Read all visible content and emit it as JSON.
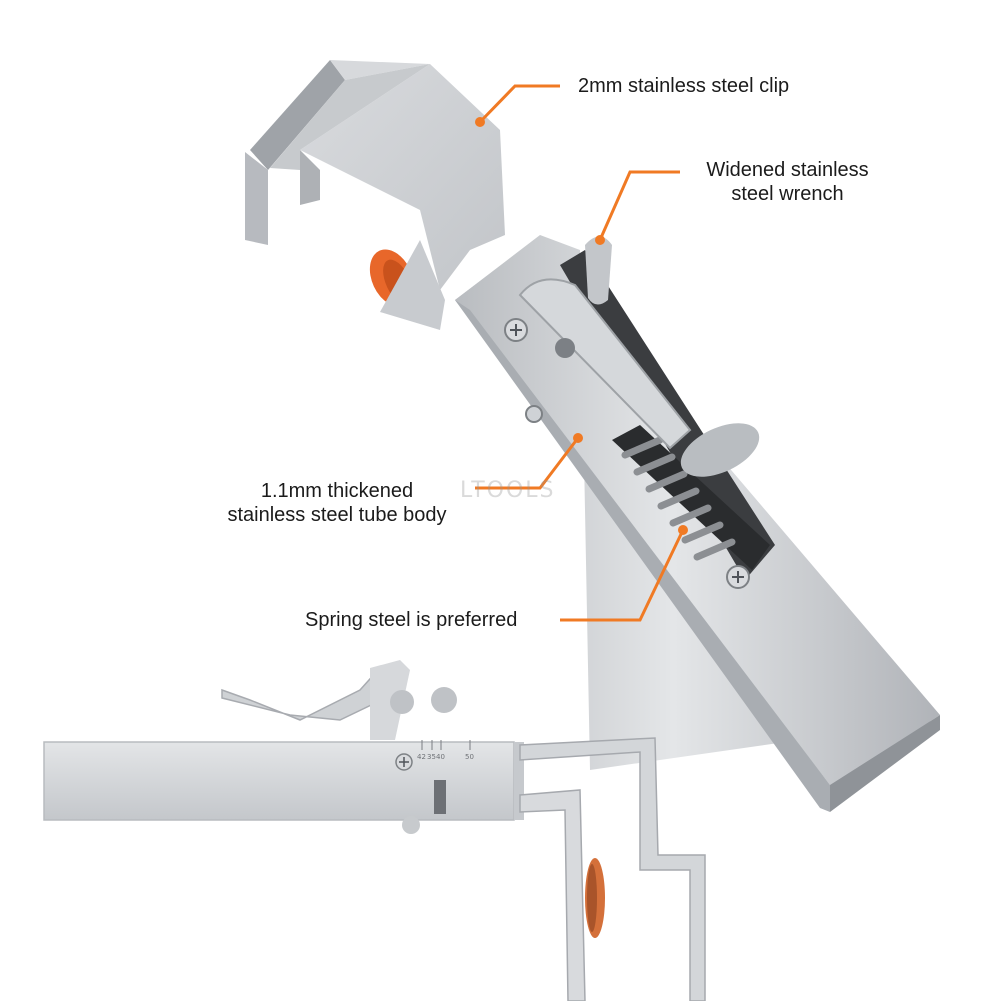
{
  "callouts": {
    "clip": "2mm stainless steel clip",
    "wrench": [
      "Widened stainless",
      "steel wrench"
    ],
    "tube": [
      "1.1mm thickened",
      "stainless steel tube body"
    ],
    "spring": "Spring steel is preferred"
  },
  "watermark": "LTOOLS",
  "scale_marks": [
    "42",
    "35",
    "40",
    "50"
  ],
  "colors": {
    "leader": "#f07a24",
    "steel": "#cfd2d6",
    "knob": "#e8672a"
  },
  "icons": [
    "screw-icon",
    "spring-icon",
    "thumb-lever-icon"
  ]
}
